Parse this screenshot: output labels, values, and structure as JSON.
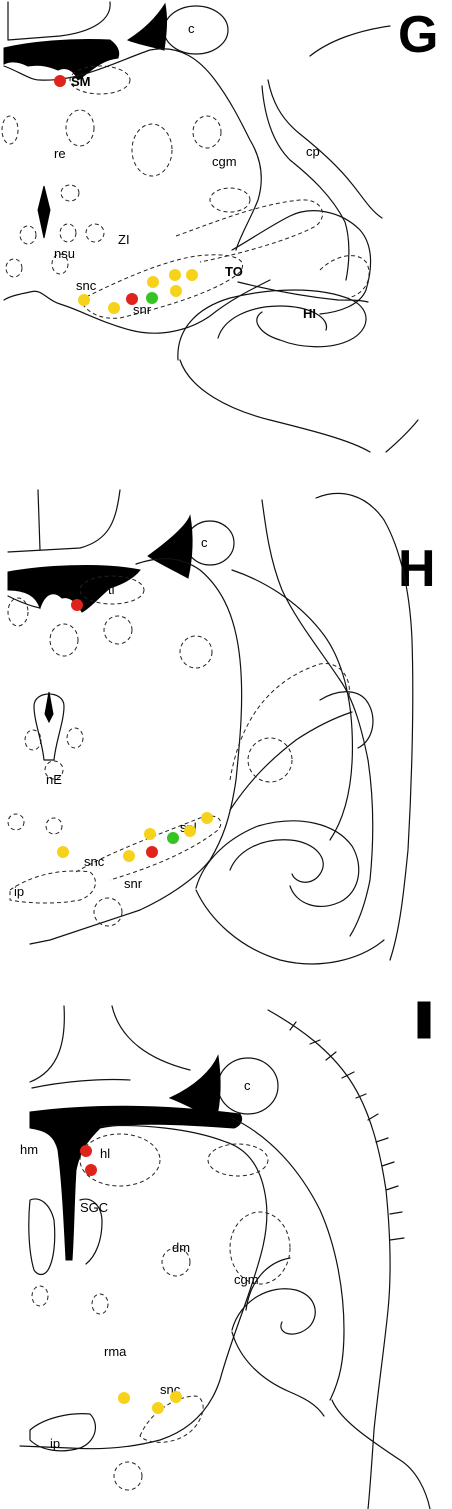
{
  "colors": {
    "red": "#e0241b",
    "yellow": "#f7d21a",
    "green": "#35c424",
    "ink": "#000000"
  },
  "panels": [
    {
      "id": "G",
      "letter": "G",
      "labels": {
        "c": "c",
        "SM": "SM",
        "re": "re",
        "cgm": "cgm",
        "cp": "cp",
        "ZI": "ZI",
        "nsu": "nsu",
        "snc": "snc",
        "snr": "snr",
        "TO": "TO",
        "HI": "HI"
      }
    },
    {
      "id": "H",
      "letter": "H",
      "labels": {
        "c": "c",
        "tl": "tl",
        "nE": "nE",
        "snl": "snl",
        "snc": "snc",
        "ip": "ip",
        "snr": "snr"
      }
    },
    {
      "id": "I",
      "letter": "I",
      "labels": {
        "c": "c",
        "hm": "hm",
        "hl": "hl",
        "SGC": "SGC",
        "dm": "dm",
        "cgm": "cgm",
        "rma": "rma",
        "snc": "snc",
        "ip": "ip"
      }
    }
  ]
}
